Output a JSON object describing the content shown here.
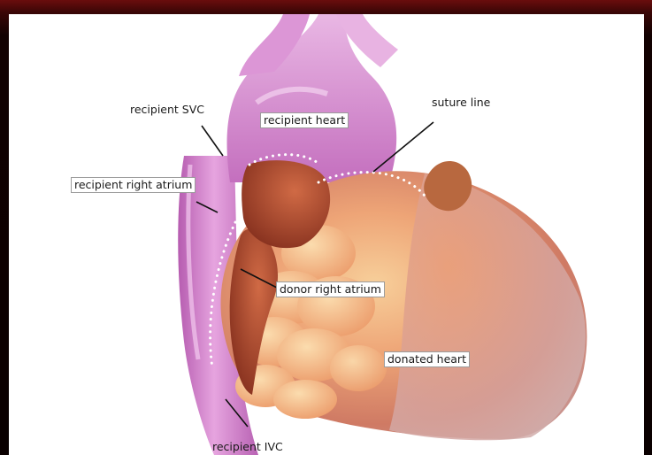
{
  "labels": {
    "recipient_svc": "recipient SVC",
    "recipient_heart": "recipient heart",
    "suture_line": "suture line",
    "recipient_right_atrium": "recipient right atrium",
    "donor_right_atrium": "donor right atrium",
    "donated_heart": "donated heart",
    "recipient_ivc": "recipient IVC"
  },
  "colors": {
    "vessel": "#c86ac2",
    "vessel_light": "#e6a5de",
    "donor_flesh": "#e8a070",
    "donor_dark": "#9c3a22",
    "suture": "#ffffff"
  }
}
